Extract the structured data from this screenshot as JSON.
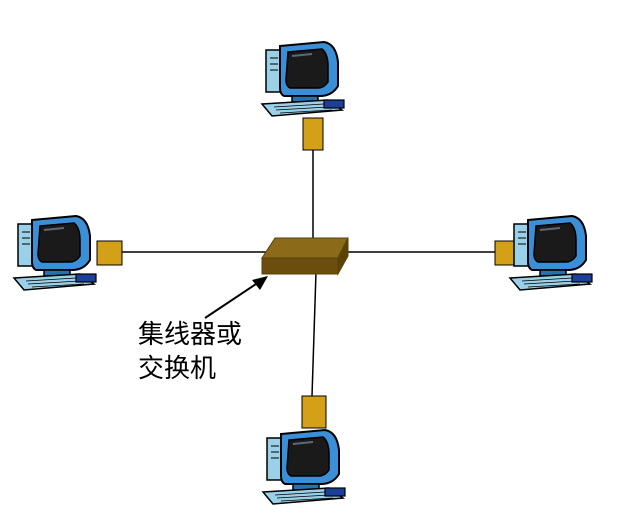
{
  "label": {
    "line1": "集线器或",
    "line2": "交换机"
  },
  "nodes": [
    {
      "id": "computer-top",
      "icon": "computer-icon"
    },
    {
      "id": "computer-left",
      "icon": "computer-icon"
    },
    {
      "id": "computer-right",
      "icon": "computer-icon"
    },
    {
      "id": "computer-bottom",
      "icon": "computer-icon"
    }
  ],
  "hub": {
    "icon": "hub-switch-icon"
  },
  "colors": {
    "hub_top": "#8b6a1a",
    "hub_front": "#6b4e0e",
    "connector": "#d4a017",
    "monitor_body": "#3b8fd6",
    "screen": "#1a1a1a",
    "link": "#000000"
  }
}
